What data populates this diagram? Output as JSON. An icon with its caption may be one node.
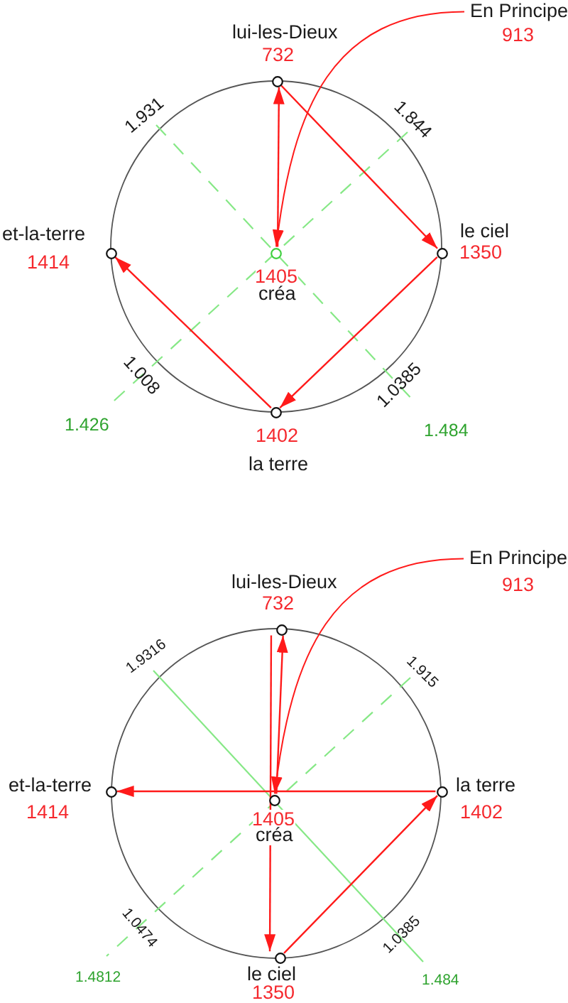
{
  "diagram": {
    "nodes": [
      {
        "text": [
          "En Principe",
          "913"
        ]
      },
      {
        "text": [],
        "shape": "circle",
        "beside": [
          "lui-les-Dieux",
          "732"
        ]
      },
      {
        "text": [],
        "shape": "circle",
        "beside": [
          "et-la-terre",
          "1414"
        ]
      },
      {
        "text": [],
        "shape": "circle",
        "beside": [
          "le ciel",
          "1350"
        ]
      },
      {
        "text": [],
        "shape": "circle",
        "beside": [
          "1405",
          "créa"
        ]
      },
      {
        "text": [],
        "shape": "circle",
        "beside": [
          "1402",
          "la terre"
        ]
      },
      {
        "text": [
          "En Principe",
          "913"
        ]
      },
      {
        "text": [],
        "shape": "circle",
        "beside": [
          "lui-les-Dieux",
          "732"
        ]
      },
      {
        "text": [],
        "shape": "circle",
        "beside": [
          "et-la-terre",
          "1414"
        ]
      },
      {
        "text": [],
        "shape": "circle",
        "beside": [
          "la terre",
          "1402"
        ]
      },
      {
        "text": [],
        "shape": "circle",
        "beside": [
          "1405",
          "créa"
        ]
      },
      {
        "text": [],
        "shape": "circle",
        "beside": [
          "le ciel",
          "1350"
        ]
      }
    ],
    "edges": [
      {
        "from": 4,
        "to": 1,
        "arrow": "to"
      },
      {
        "from": 1,
        "to": 3,
        "arrow": "to"
      },
      {
        "from": 3,
        "to": 5,
        "arrow": "to"
      },
      {
        "from": 5,
        "to": 2,
        "arrow": "to"
      },
      {
        "from": 0,
        "to": 4,
        "arrow": "to"
      },
      {
        "from": 10,
        "to": 7,
        "arrow": "to"
      },
      {
        "from": 7,
        "to": 11,
        "arrow": "to"
      },
      {
        "from": 11,
        "to": 9,
        "arrow": "to"
      },
      {
        "from": 9,
        "to": 8,
        "arrow": "to"
      },
      {
        "from": 6,
        "to": 10,
        "arrow": "to"
      }
    ],
    "labels": [
      "1.931",
      "1.844",
      "1.008",
      "1.0385",
      "1.426",
      "1.484",
      "1.9316",
      "1.915",
      "1.0474",
      "1.0385",
      "1.4812",
      "1.484"
    ]
  }
}
